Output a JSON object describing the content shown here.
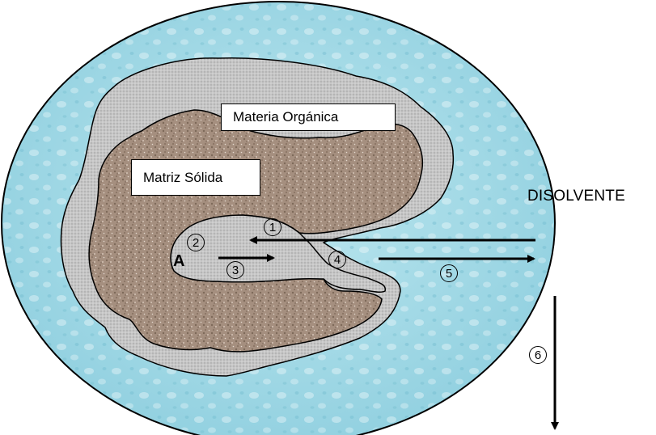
{
  "labels": {
    "organic_matter": "Materia Orgánica",
    "solid_matrix": "Matriz Sólida",
    "solvent": "DISOLVENTE",
    "analyte": "A"
  },
  "steps": [
    "1",
    "2",
    "3",
    "4",
    "5",
    "6"
  ],
  "colors": {
    "solvent_fill": "#a9dbe6",
    "organic_matter_fill": "#c4c4c4",
    "solid_matrix_fill": "#a58f7f",
    "outline": "#000000"
  }
}
